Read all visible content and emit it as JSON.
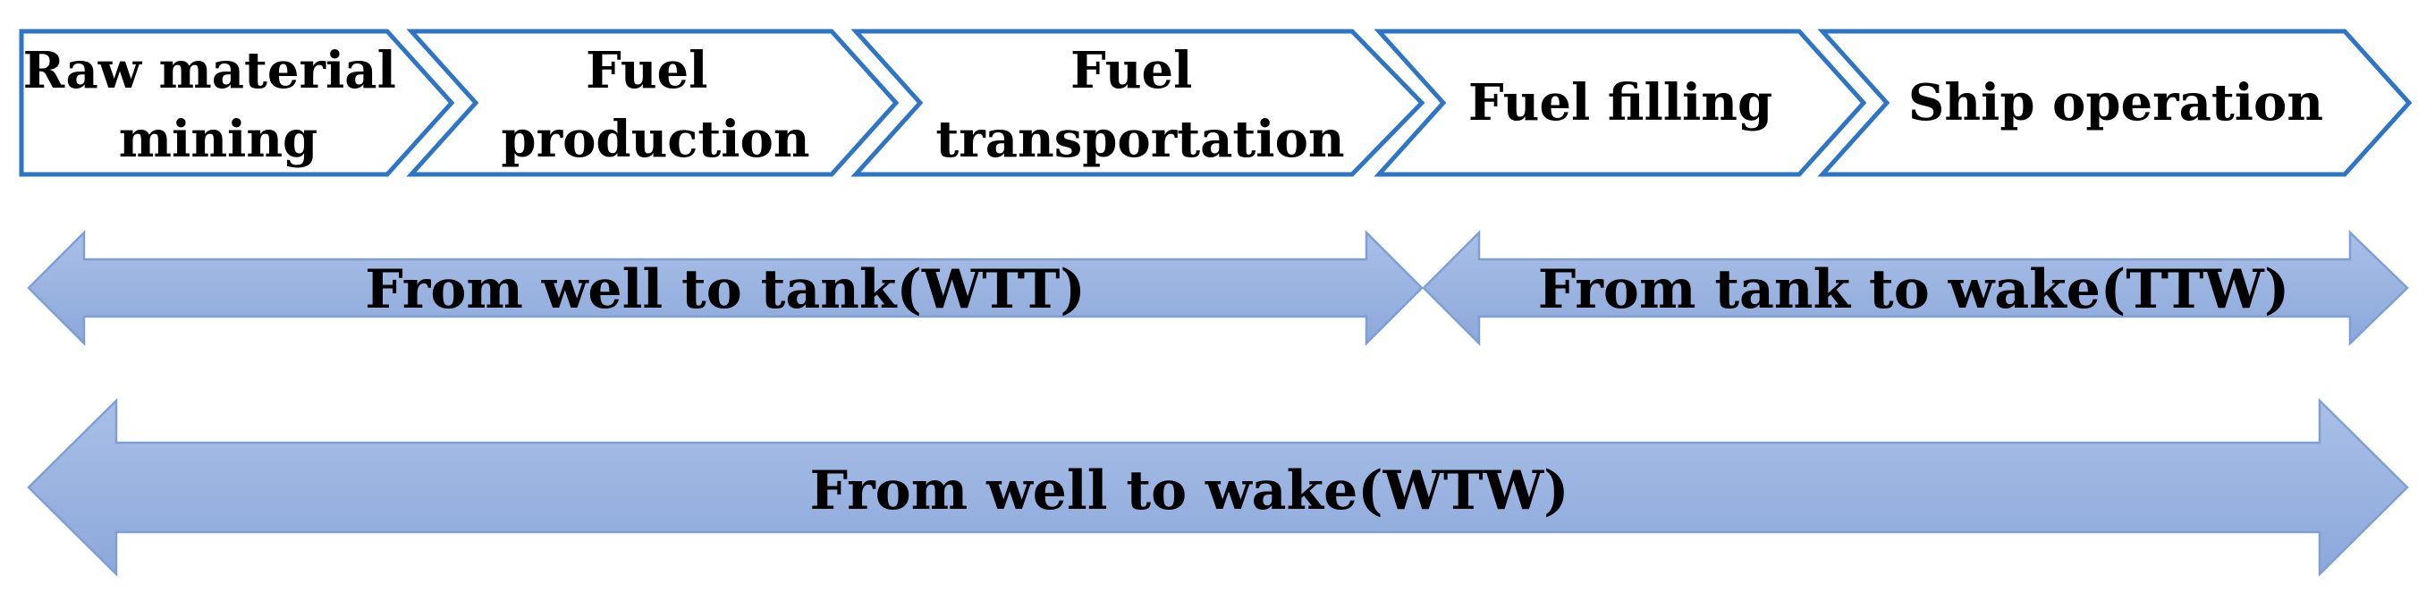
{
  "stages": [
    {
      "lines": [
        "Raw material",
        "mining"
      ]
    },
    {
      "lines": [
        "Fuel",
        "production"
      ]
    },
    {
      "lines": [
        "Fuel",
        "transportation"
      ]
    },
    {
      "lines": [
        "Fuel filling"
      ]
    },
    {
      "lines": [
        "Ship operation"
      ]
    }
  ],
  "scopes": {
    "wtt": "From well to tank(WTT)",
    "ttw": "From tank to wake(TTW)",
    "wtw": "From well to wake(WTW)"
  },
  "colors": {
    "stage_border": "#2E75C6",
    "stage_fill": "#FFFFFF",
    "arrow_fill_light": "#A9BFE6",
    "arrow_fill_dark": "#8CA8DB",
    "text": "#000000"
  }
}
